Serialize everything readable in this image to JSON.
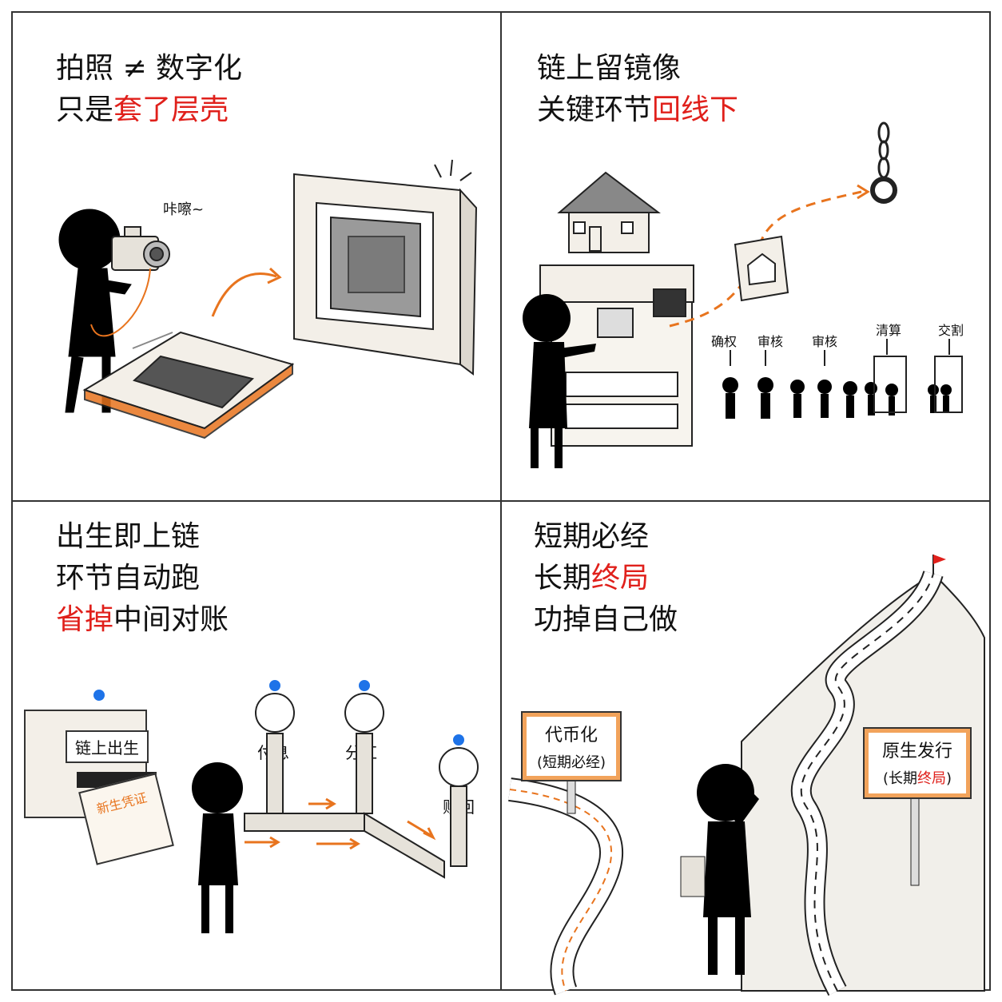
{
  "panel1": {
    "caption_line1": "拍照 ≠ 数字化",
    "caption_line2_prefix": "只是",
    "caption_line2_highlight": "套了层壳",
    "shutter_sound": "咔嚓~",
    "accent_color": "#e8741e"
  },
  "panel2": {
    "caption_line1": "链上留镜像",
    "caption_line2_prefix": "关键环节",
    "caption_line2_highlight": "回线下",
    "steps": [
      "确权",
      "审核",
      "审核",
      "清算",
      "交割"
    ]
  },
  "panel3": {
    "caption_line1": "出生即上链",
    "caption_line2": "环节自动跑",
    "caption_line3_highlight": "省掉",
    "caption_line3_rest": "中间对账",
    "machine_label": "链上出生",
    "certificate_label": "新生凭证",
    "stations": [
      {
        "symbol": "%",
        "label": "付息"
      },
      {
        "symbol": "¥",
        "label": "分红"
      },
      {
        "symbol": "✓",
        "label": "赎回"
      }
    ],
    "signal_color": "#1e73e8"
  },
  "panel4": {
    "caption_line1": "短期必经",
    "caption_line2_prefix": "长期",
    "caption_line2_highlight": "终局",
    "caption_line3": "功掉自己做",
    "left_sign_title": "代币化",
    "left_sign_sub": "(短期必经)",
    "right_sign_title": "原生发行",
    "right_sign_sub_prefix": "(长期",
    "right_sign_sub_highlight": "终局",
    "right_sign_sub_suffix": ")",
    "flag_color": "#e0201b"
  }
}
